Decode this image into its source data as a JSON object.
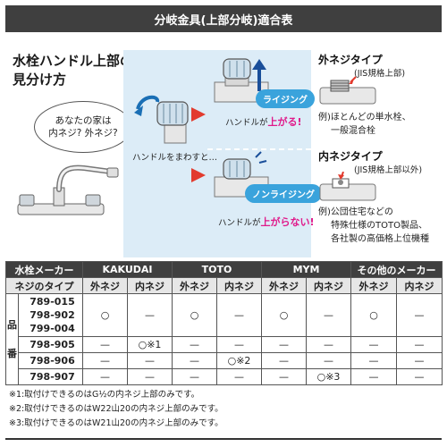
{
  "header": {
    "title": "分岐金具(上部分岐)適合表"
  },
  "left": {
    "title_line1": "水栓ハンドル上部の",
    "title_line2": "見分け方",
    "bubble_line1": "あなたの家は",
    "bubble_line2": "内ネジ? 外ネジ?"
  },
  "diagram": {
    "turn_label": "ハンドルをまわすと…",
    "rising": {
      "badge": "ライジング",
      "caption_prefix": "ハンドルが",
      "caption_emph": "上がる!"
    },
    "nonrising": {
      "badge": "ノンライジング",
      "caption_prefix": "ハンドルが",
      "caption_emph": "上がらない!"
    }
  },
  "types": {
    "outer": {
      "title": "外ネジタイプ",
      "sub": "(JIS規格上部)",
      "desc_line1": "例)ほとんどの単水栓、",
      "desc_line2": "一般混合栓"
    },
    "inner": {
      "title": "内ネジタイプ",
      "sub": "(JIS規格上部以外)",
      "desc_line1": "例)公団住宅などの",
      "desc_line2": "特殊仕様のTOTO製品、",
      "desc_line3": "各社製の高価格上位機種"
    }
  },
  "table": {
    "maker_label": "水栓メーカー",
    "type_label": "ネジのタイプ",
    "makers": [
      "KAKUDAI",
      "TOTO",
      "MYM",
      "その他のメーカー"
    ],
    "outer": "外ネジ",
    "inner": "内ネジ",
    "side_top": "品",
    "side_bottom": "番",
    "circle": "○",
    "dash": "—",
    "rows": [
      {
        "product": [
          "789-015",
          "798-902",
          "799-004"
        ],
        "cells": [
          "○",
          "—",
          "○",
          "—",
          "○",
          "—",
          "○",
          "—"
        ]
      },
      {
        "product": [
          "798-905"
        ],
        "cells": [
          "—",
          "○※1",
          "—",
          "—",
          "—",
          "—",
          "—",
          "—"
        ]
      },
      {
        "product": [
          "798-906"
        ],
        "cells": [
          "—",
          "—",
          "—",
          "○※2",
          "—",
          "—",
          "—",
          "—"
        ]
      },
      {
        "product": [
          "798-907"
        ],
        "cells": [
          "—",
          "—",
          "—",
          "—",
          "—",
          "○※3",
          "—",
          "—"
        ]
      }
    ]
  },
  "notes": [
    "※1:取付けできるのはG½の内ネジ上部のみです。",
    "※2:取付けできるのはW22山20の内ネジ上部のみです。",
    "※3:取付けできるのはW21山20の内ネジ上部のみです。"
  ]
}
